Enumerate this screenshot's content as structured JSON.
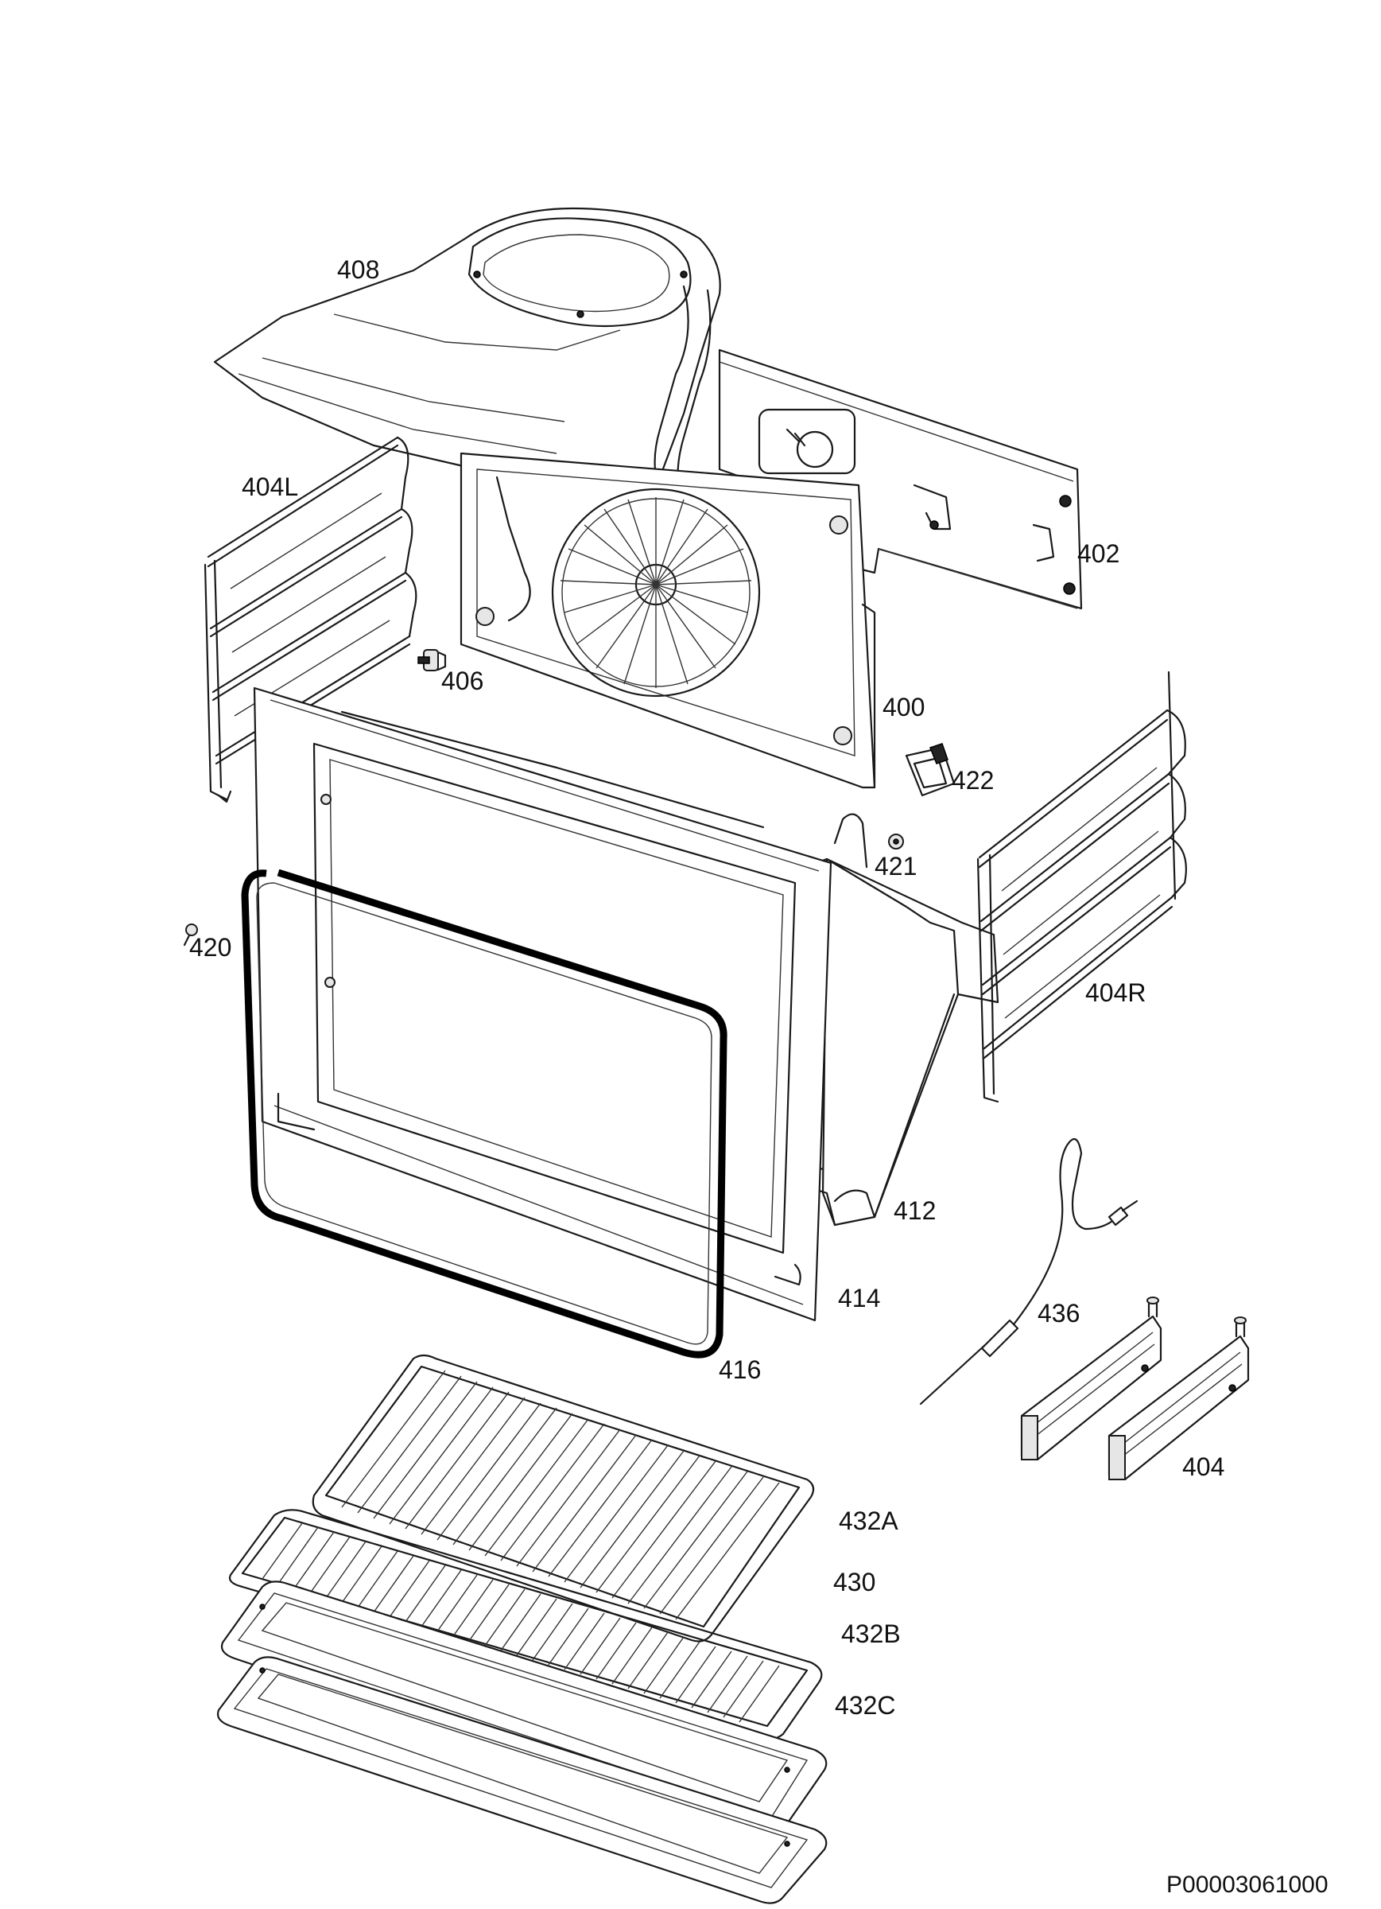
{
  "diagram": {
    "reference_code": "P00003061000",
    "parts": [
      {
        "id": "p408",
        "label": "408"
      },
      {
        "id": "p404L",
        "label": "404L"
      },
      {
        "id": "p402",
        "label": "402"
      },
      {
        "id": "p406",
        "label": "406"
      },
      {
        "id": "p400",
        "label": "400"
      },
      {
        "id": "p422",
        "label": "422"
      },
      {
        "id": "p421",
        "label": "421"
      },
      {
        "id": "p420",
        "label": "420"
      },
      {
        "id": "p404R",
        "label": "404R"
      },
      {
        "id": "p412",
        "label": "412"
      },
      {
        "id": "p414",
        "label": "414"
      },
      {
        "id": "p436",
        "label": "436"
      },
      {
        "id": "p416",
        "label": "416"
      },
      {
        "id": "p404",
        "label": "404"
      },
      {
        "id": "p432A",
        "label": "432A"
      },
      {
        "id": "p430",
        "label": "430"
      },
      {
        "id": "p432B",
        "label": "432B"
      },
      {
        "id": "p432C",
        "label": "432C"
      }
    ]
  }
}
